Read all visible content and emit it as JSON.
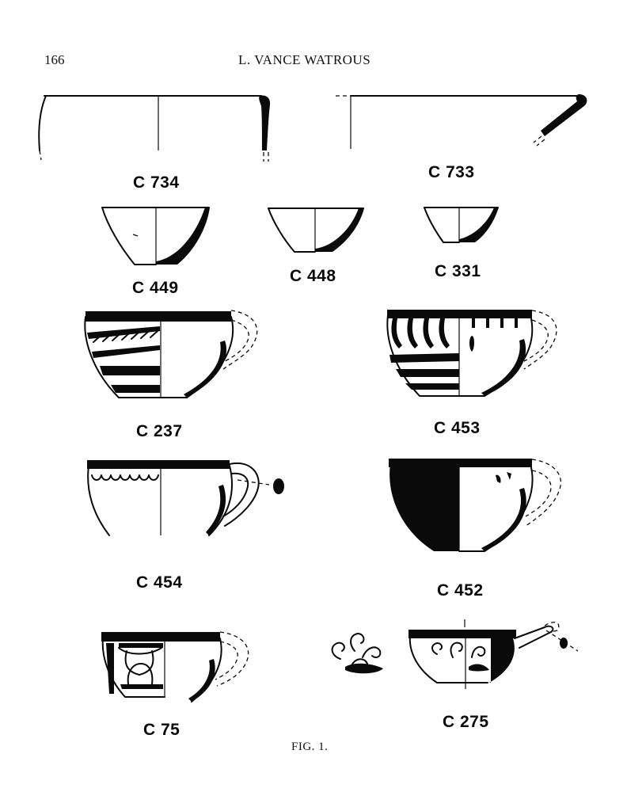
{
  "header": {
    "page_number": "166",
    "author": "L. VANCE WATROUS"
  },
  "vessels": [
    {
      "label": "C 734"
    },
    {
      "label": "C 733"
    },
    {
      "label": "C 449"
    },
    {
      "label": "C 448"
    },
    {
      "label": "C 331"
    },
    {
      "label": "C 237"
    },
    {
      "label": "C 453"
    },
    {
      "label": "C 454"
    },
    {
      "label": "C 452"
    },
    {
      "label": "C 75"
    },
    {
      "label": "C 275"
    }
  ],
  "caption": "FIG. 1."
}
